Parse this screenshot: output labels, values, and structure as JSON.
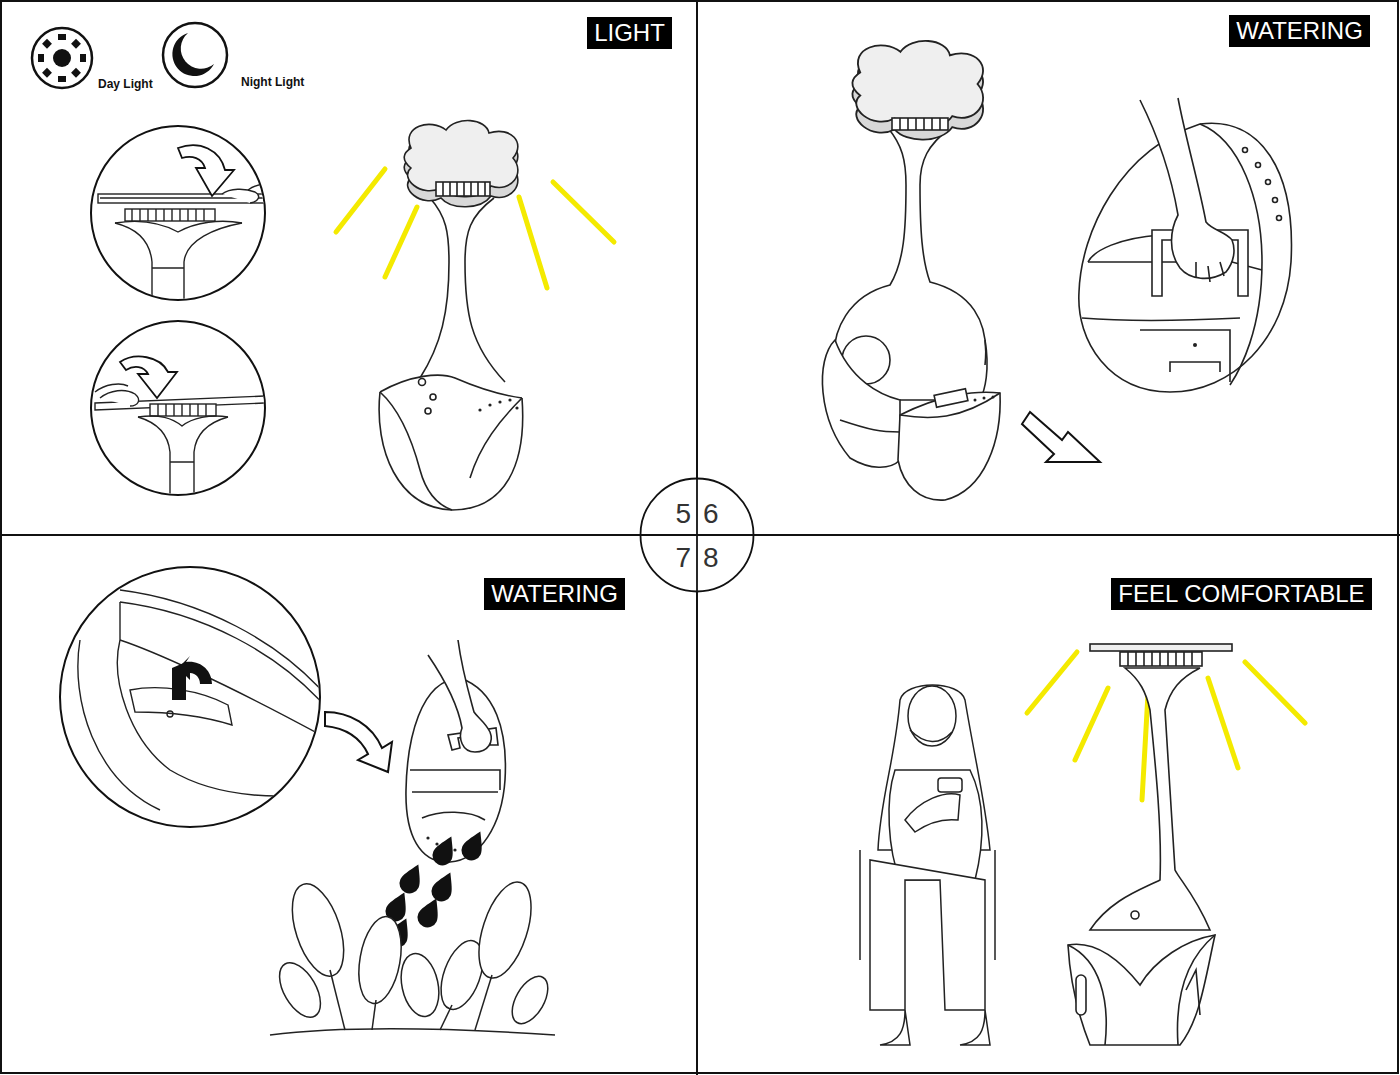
{
  "diagram": {
    "nodes": [
      {
        "text": [
          "LIGHT"
        ]
      },
      {
        "text": [
          "WATERING"
        ]
      },
      {
        "text": [
          "5",
          "6",
          "7",
          "8"
        ]
      },
      {
        "text": [
          "WATERING"
        ]
      },
      {
        "text": [
          "FEEL COMFORTABLE"
        ]
      }
    ],
    "labels": [
      "Day Light",
      "Night Light"
    ]
  }
}
